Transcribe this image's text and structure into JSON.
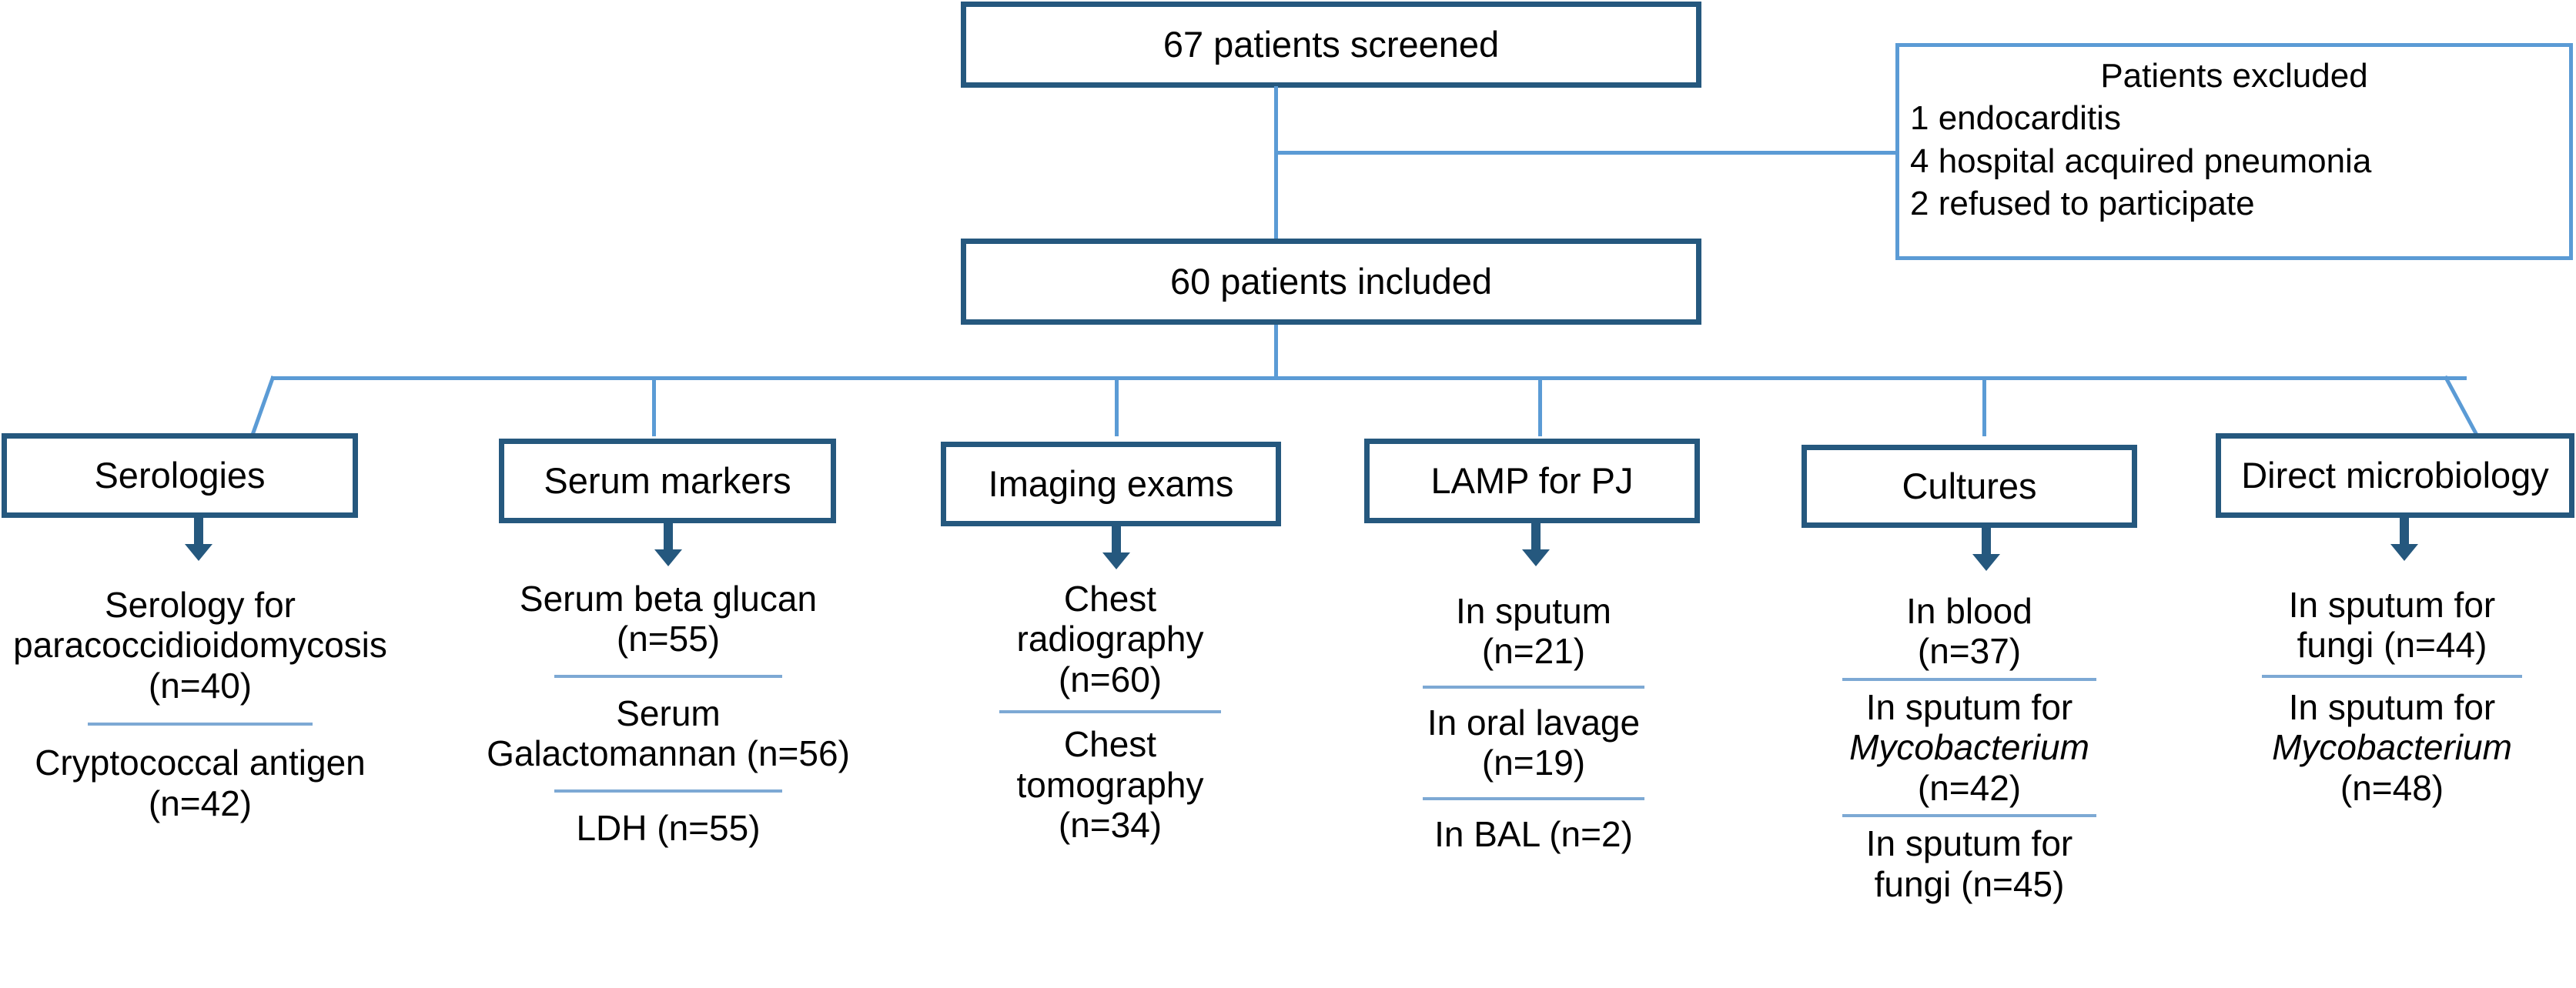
{
  "diagram": {
    "type": "study-flow-chart",
    "accent_dark": "#25587e",
    "accent_light": "#5b9bd5",
    "screened": {
      "label": "67 patients screened"
    },
    "included": {
      "label": "60 patients included"
    },
    "excluded": {
      "title": "Patients excluded",
      "lines": [
        "1 endocarditis",
        "4 hospital acquired pneumonia",
        "2 refused to participate"
      ]
    },
    "columns": [
      {
        "name": "serologies",
        "header": "Serologies",
        "entries": [
          {
            "lines": [
              "Serology for",
              "paracoccidioidomycosis",
              "(n=40)"
            ]
          },
          {
            "lines": [
              "Cryptococcal antigen",
              "(n=42)"
            ]
          }
        ]
      },
      {
        "name": "serum-markers",
        "header": "Serum markers",
        "entries": [
          {
            "lines": [
              "Serum beta glucan",
              "(n=55)"
            ]
          },
          {
            "lines": [
              "Serum",
              "Galactomannan (n=56)"
            ]
          },
          {
            "lines": [
              "LDH (n=55)"
            ]
          }
        ]
      },
      {
        "name": "imaging-exams",
        "header": "Imaging exams",
        "entries": [
          {
            "lines": [
              "Chest",
              "radiography",
              "(n=60)"
            ]
          },
          {
            "lines": [
              "Chest",
              "tomography",
              "(n=34)"
            ]
          }
        ]
      },
      {
        "name": "lamp-for-pj",
        "header": "LAMP for PJ",
        "entries": [
          {
            "lines": [
              "In sputum",
              "(n=21)"
            ]
          },
          {
            "lines": [
              "In oral lavage",
              "(n=19)"
            ]
          },
          {
            "lines": [
              "In BAL (n=2)"
            ]
          }
        ]
      },
      {
        "name": "cultures",
        "header": "Cultures",
        "entries": [
          {
            "lines": [
              "In blood",
              "(n=37)"
            ]
          },
          {
            "lines": [
              "In sputum for",
              "Mycobacterium",
              "(n=42)"
            ],
            "italic_line": 1
          },
          {
            "lines": [
              "In sputum for",
              "fungi (n=45)"
            ]
          }
        ]
      },
      {
        "name": "direct-microbiology",
        "header": "Direct microbiology",
        "entries": [
          {
            "lines": [
              "In sputum for",
              "fungi (n=44)"
            ]
          },
          {
            "lines": [
              "In sputum for",
              "Mycobacterium",
              "(n=48)"
            ],
            "italic_line": 1
          }
        ]
      }
    ]
  }
}
